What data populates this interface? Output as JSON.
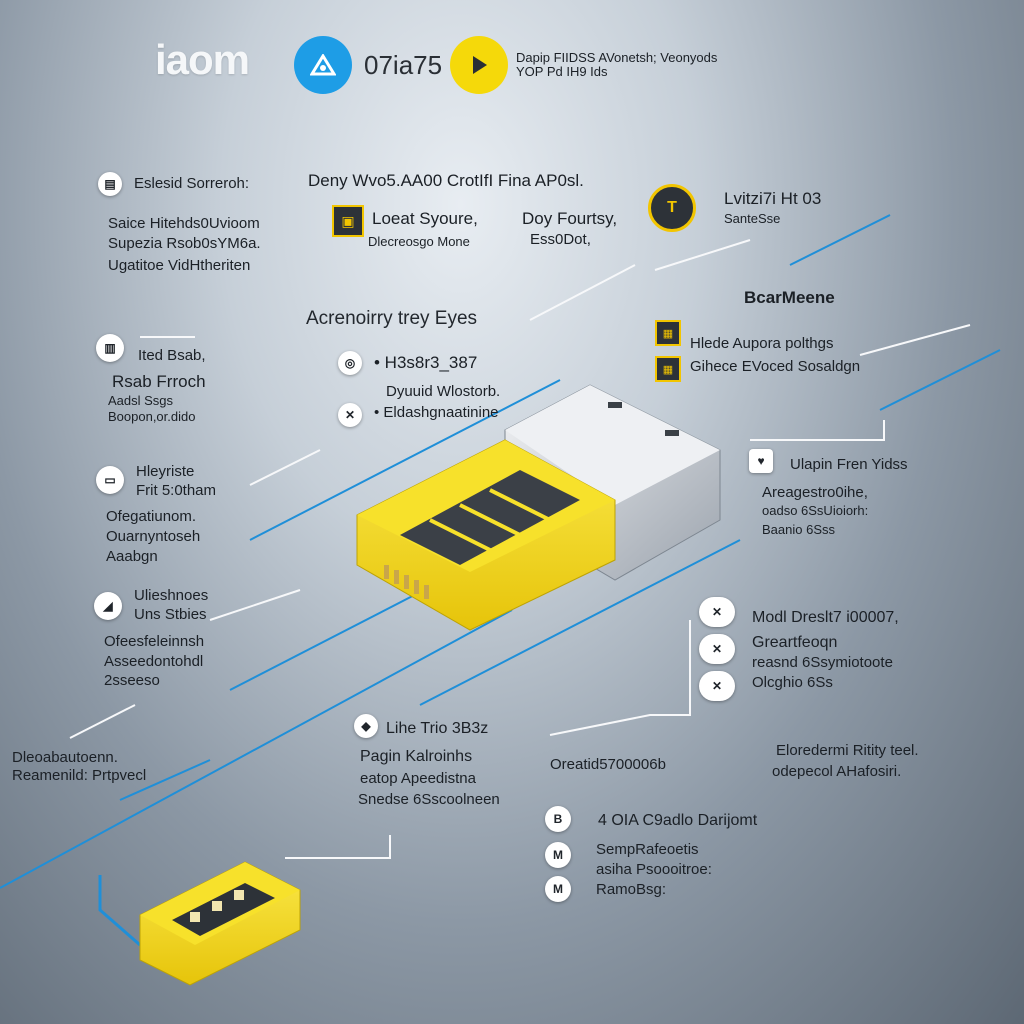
{
  "header": {
    "brand": "iaom",
    "version_label": "07ia75",
    "tagline_line1": "Dapip FIIDSS AVonetsh; Veonyods",
    "tagline_line2": "YOP Pd IH9 Ids",
    "blue_icon": "triangle-play-icon",
    "yellow_icon": "play-icon",
    "colors": {
      "blue": "#1e9de6",
      "yellow": "#f5d90a",
      "accent_line": "#1f8fd8"
    }
  },
  "top_row": {
    "left_heading": "Eslesid Sorreroh:",
    "left_lines": [
      "Saice Hitehds0Uvioom",
      "Supezia Rsob0sYM6a.",
      "Ugatitoe VidHtheriten"
    ],
    "center_heading": "Deny Wvo5.AA00 CrotIfI Fina AP0sl.",
    "center_item1_title": "Loeat Syoure,",
    "center_item1_sub": "Dlecreosgo Mone",
    "center_item2_title": "Doy Fourtsy,",
    "center_item2_sub": "Ess0Dot,",
    "right_title": "Lvitzi7i Ht 03",
    "right_sub": "SanteSse"
  },
  "middle": {
    "subtitle": "Acrenoirry trey Eyes",
    "spec1": "• H3s8r3_387",
    "spec2_a": "Dyuuid Wlostorb.",
    "spec2_b": "• Eldashgnaatinine",
    "right_heading": "BcarMeene",
    "right_item1": "Hlede  Aupora polthgs",
    "right_item2": "Gihece  EVoced  Sosaldgn"
  },
  "left_column": [
    {
      "icon": "chart-icon",
      "lines": [
        "Ited Bsab,",
        "Rsab Frroch",
        "Aadsl Ssgs",
        "Boopon,or.dido"
      ]
    },
    {
      "icon": "document-icon",
      "lines": [
        "Hleyriste",
        "Frit 5:0tham",
        "",
        "Ofegatiunom.",
        "Ouarnyntoseh",
        "Aaabgn"
      ]
    },
    {
      "icon": "wrench-icon",
      "lines": [
        "Ulieshnoes",
        "Uns Stbies",
        "",
        "Ofeesfeleinnsh",
        "Asseedontohdl",
        "2sseeso"
      ]
    }
  ],
  "bottom_left": [
    "Dleoabautoenn.",
    "Reamenild: Prtpvecl"
  ],
  "right_column": {
    "block1_icon": "heart-icon",
    "block1_lines": [
      "Ulapin Fren Yidss",
      "Areagestro0ihe,",
      "oadso 6SsUioiorh:",
      "Baanio 6Sss"
    ],
    "block2_lines": [
      "Modl Dreslt7 i00007,",
      "Greartfeoqn",
      "reasnd 6Ssymiotoote",
      "Olcghio 6Ss"
    ]
  },
  "bottom_center": {
    "heading": "Lihe Trio 3B3z",
    "lines": [
      "Pagin Kalroinhs",
      "eatop Apeedistna",
      "Snedse 6Sscoolneen"
    ],
    "badge_icon": "shield-icon"
  },
  "bottom_mid": "Oreatid5700006b",
  "bottom_right": [
    "Eloredermi Ritity teel.",
    "odepecol AHafosiri."
  ],
  "bottom_footer": {
    "line1": "4 OIA C9adlo Darijomt",
    "line2": "SempRafeoetis",
    "line3": "asiha Psoooitroe:",
    "line4": "RamoBsg:",
    "badges": [
      "B",
      "M",
      "M"
    ]
  }
}
